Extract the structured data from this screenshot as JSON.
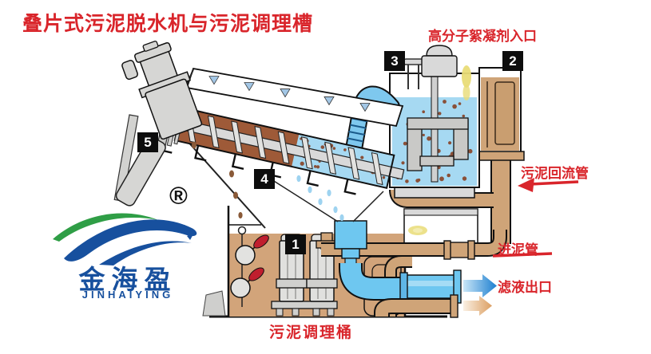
{
  "title": "叠片式污泥脱水机与污泥调理槽",
  "annotations": {
    "flocculant_inlet": "高分子絮凝剂入口",
    "sludge_return_pipe": "污泥回流管",
    "sludge_inlet_pipe": "进泥管",
    "filtrate_outlet": "滤液出口",
    "sludge_conditioning_tank": "污泥调理桶"
  },
  "markers": [
    {
      "label": "1"
    },
    {
      "label": "2"
    },
    {
      "label": "3"
    },
    {
      "label": "4"
    },
    {
      "label": "5"
    }
  ],
  "logo": {
    "cn": "金海盈",
    "en": "JINHAIYING",
    "registered_mark": "®"
  },
  "colors": {
    "accent_red": "#d9252b",
    "pipe_tan": "#cfa478",
    "tank_tan": "#d2a47a",
    "water_blue": "#a6d9f2",
    "pipe_blue": "#6ec7f0",
    "arrow_blue": "#1d7fd0",
    "sludge_brown": "#9e5a38",
    "speckle_brown": "#8a5038",
    "machine_gray": "#d6d6d4",
    "marker_black": "#0d0d0d",
    "logo_blue": "#17509e",
    "logo_green": "#2f9e46",
    "flocculant_yellow": "#e9dc77"
  }
}
